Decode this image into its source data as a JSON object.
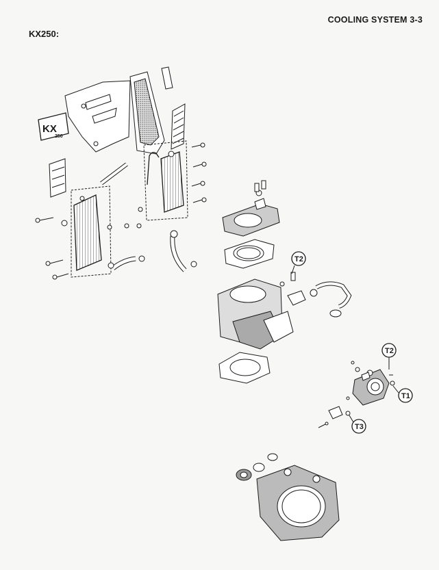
{
  "header": {
    "title": "COOLING SYSTEM 3-3"
  },
  "model": {
    "title": "KX250:"
  },
  "shroud_logo": {
    "brand": "KX",
    "model": "250"
  },
  "torque_marks": [
    {
      "label": "T2"
    },
    {
      "label": "T2"
    },
    {
      "label": "T1"
    },
    {
      "label": "T3"
    }
  ],
  "colors": {
    "ink": "#1a1a1a",
    "paper": "#f7f7f5",
    "shade": "#8a8a8a"
  }
}
